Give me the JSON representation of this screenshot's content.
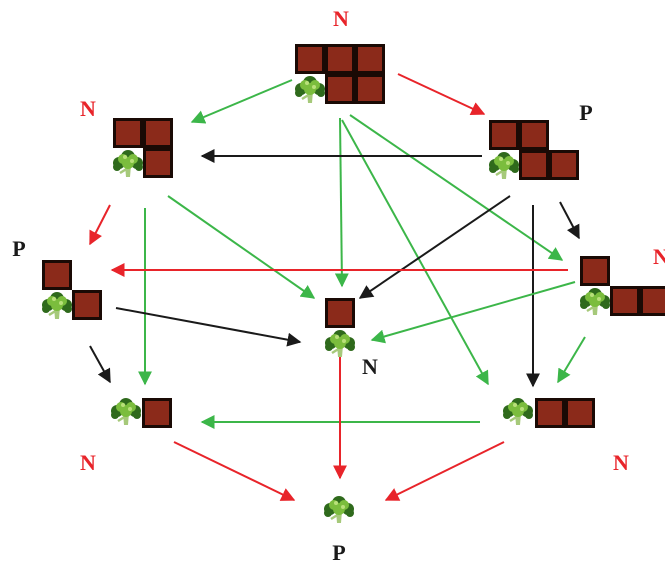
{
  "colors": {
    "chocolate": "#8b2a1a",
    "chocolate_border": "#1a0a05",
    "broccoli_dark": "#2f6a1c",
    "broccoli_light": "#7bbd3d",
    "stem": "#a6c97a",
    "win_label": "#e8242a",
    "lose_label": "#1a1a1a",
    "arrow_green": "#3cb649",
    "arrow_red": "#e8242a",
    "arrow_black": "#1a1a1a"
  },
  "icons": {
    "square": "chocolate-square-icon",
    "broccoli": "broccoli-icon"
  },
  "positions": [
    {
      "id": "top",
      "label": "N",
      "label_color": "win"
    },
    {
      "id": "upper-left",
      "label": "N",
      "label_color": "win"
    },
    {
      "id": "upper-right",
      "label": "P",
      "label_color": "lose"
    },
    {
      "id": "left",
      "label": "P",
      "label_color": "lose"
    },
    {
      "id": "right",
      "label": "N",
      "label_color": "win"
    },
    {
      "id": "center",
      "label": "N",
      "label_color": "lose"
    },
    {
      "id": "lower-left",
      "label": "N",
      "label_color": "win"
    },
    {
      "id": "lower-right",
      "label": "N",
      "label_color": "win"
    },
    {
      "id": "bottom",
      "label": "P",
      "label_color": "lose"
    }
  ],
  "moves": [
    {
      "from": "top",
      "to": "upper-left",
      "color": "green"
    },
    {
      "from": "top",
      "to": "upper-right",
      "color": "red"
    },
    {
      "from": "top",
      "to": "center",
      "color": "green"
    },
    {
      "from": "top",
      "to": "right",
      "color": "green"
    },
    {
      "from": "top",
      "to": "lower-right",
      "color": "green"
    },
    {
      "from": "upper-right",
      "to": "upper-left",
      "color": "black"
    },
    {
      "from": "upper-right",
      "to": "center",
      "color": "black"
    },
    {
      "from": "upper-right",
      "to": "right",
      "color": "black"
    },
    {
      "from": "upper-right",
      "to": "lower-right",
      "color": "black"
    },
    {
      "from": "upper-left",
      "to": "left",
      "color": "red"
    },
    {
      "from": "upper-left",
      "to": "center",
      "color": "green"
    },
    {
      "from": "upper-left",
      "to": "lower-left",
      "color": "green"
    },
    {
      "from": "right",
      "to": "left",
      "color": "red"
    },
    {
      "from": "right",
      "to": "center",
      "color": "green"
    },
    {
      "from": "right",
      "to": "lower-right",
      "color": "green"
    },
    {
      "from": "left",
      "to": "center",
      "color": "black"
    },
    {
      "from": "left",
      "to": "lower-left",
      "color": "black"
    },
    {
      "from": "lower-right",
      "to": "lower-left",
      "color": "green"
    },
    {
      "from": "center",
      "to": "bottom",
      "color": "red"
    },
    {
      "from": "lower-left",
      "to": "bottom",
      "color": "red"
    },
    {
      "from": "lower-right",
      "to": "bottom",
      "color": "red"
    }
  ]
}
